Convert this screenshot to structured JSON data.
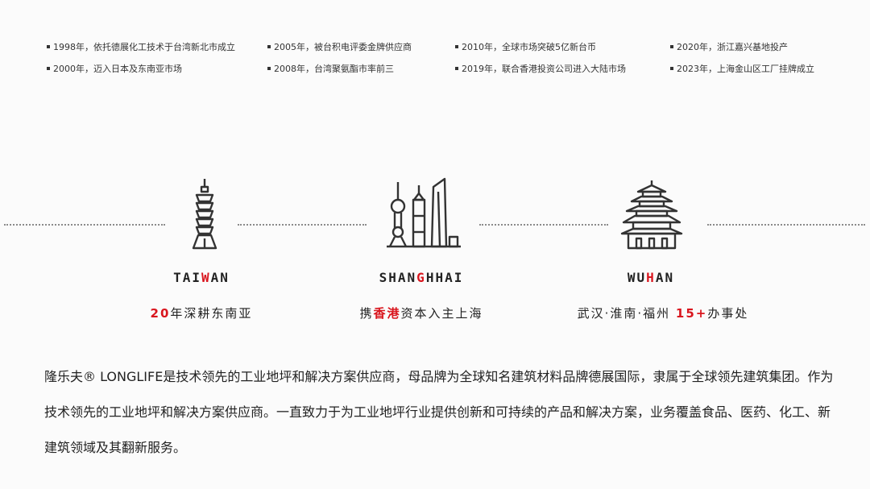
{
  "timeline": [
    "1998年，依托德展化工技术于台湾新北市成立",
    "2000年，迈入日本及东南亚市场",
    "2005年，被台积电评委金牌供应商",
    "2008年，台湾聚氨酯市率前三",
    "2010年，全球市场突破5亿新台币",
    "2019年，联合香港投资公司进入大陆市场",
    "2020年，浙江嘉兴基地投产",
    "2023年，上海金山区工厂挂牌成立"
  ],
  "cities": {
    "taiwan": {
      "name_a": "TAI",
      "name_hl": "W",
      "name_b": "AN",
      "sub_red": "20",
      "sub_rest": "年深耕东南亚",
      "icon": "taipei-101-icon"
    },
    "shanghai": {
      "name_a": "SHAN",
      "name_hl": "G",
      "name_b": "HHAI",
      "sub_a": "携",
      "sub_red": "香港",
      "sub_rest": "资本入主上海",
      "icon": "shanghai-skyline-icon"
    },
    "wuhan": {
      "name_a": "WU",
      "name_hl": "H",
      "name_b": "AN",
      "sub_a": "武汉·淮南·福州 ",
      "sub_red": "15+",
      "sub_rest": "办事处",
      "icon": "yellow-crane-tower-icon"
    }
  },
  "description": "隆乐夫® LONGLIFE是技术领先的工业地坪和解决方案供应商，母品牌为全球知名建筑材料品牌德展国际，隶属于全球领先建筑集团。作为技术领先的工业地坪和解决方案供应商。一直致力于为工业地坪行业提供创新和可持续的产品和解决方案，业务覆盖食品、医药、化工、新建筑领域及其翻新服务。",
  "colors": {
    "accent": "#d9161e",
    "text": "#222222",
    "line": "#8a8a8a"
  }
}
